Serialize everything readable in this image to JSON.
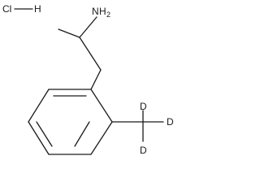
{
  "molecule": {
    "salt": {
      "cl_label": "Cl",
      "h_label": "H"
    },
    "amine": {
      "n_label": "N",
      "h_label": "H",
      "h_count": "2"
    },
    "deuterium": {
      "d1": "D",
      "d2": "D",
      "d3": "D"
    },
    "colors": {
      "ink": "#1a1a1a",
      "background": "#ffffff"
    }
  }
}
